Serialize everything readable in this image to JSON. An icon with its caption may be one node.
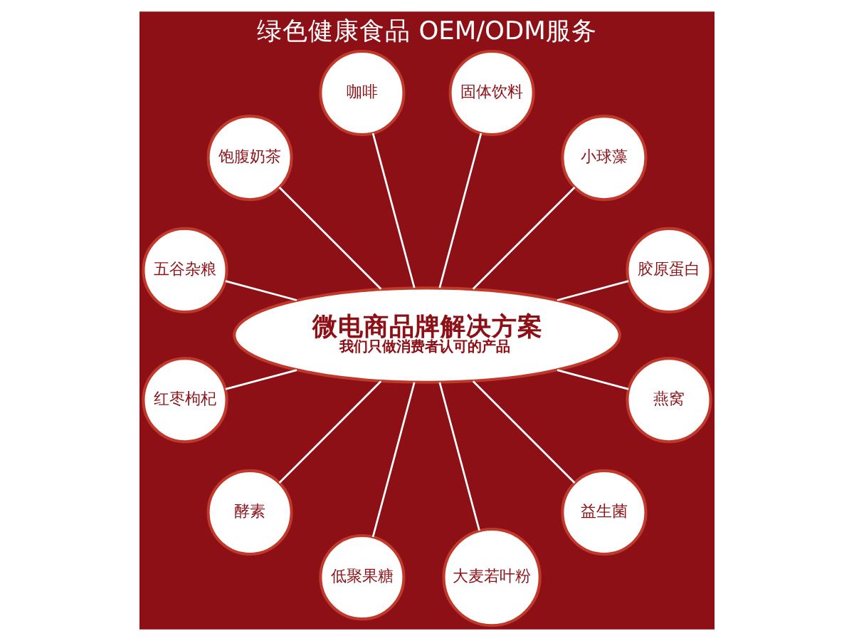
{
  "diagram": {
    "title": "绿色健康食品 OEM/ODM服务",
    "nodes": [
      {
        "text": [
          "微电商品牌解决方案",
          "我们只做消费者认可的产品"
        ]
      },
      {
        "text": [
          "胶原蛋白"
        ]
      },
      {
        "text": [
          "小球藻"
        ]
      },
      {
        "text": [
          "固体饮料"
        ]
      },
      {
        "text": [
          "咖啡"
        ]
      },
      {
        "text": [
          "饱腹奶茶"
        ]
      },
      {
        "text": [
          "五谷杂粮"
        ]
      },
      {
        "text": [
          "红枣枸杞"
        ]
      },
      {
        "text": [
          "酵素"
        ]
      },
      {
        "text": [
          "低聚果糖"
        ]
      },
      {
        "text": [
          "大麦若叶粉"
        ]
      },
      {
        "text": [
          "益生菌"
        ]
      },
      {
        "text": [
          "燕窝"
        ]
      }
    ],
    "edges": [
      {
        "from": 0,
        "to": 1,
        "arrow": "none"
      },
      {
        "from": 0,
        "to": 2,
        "arrow": "none"
      },
      {
        "from": 0,
        "to": 3,
        "arrow": "none"
      },
      {
        "from": 0,
        "to": 4,
        "arrow": "none"
      },
      {
        "from": 0,
        "to": 5,
        "arrow": "none"
      },
      {
        "from": 0,
        "to": 6,
        "arrow": "none"
      },
      {
        "from": 0,
        "to": 7,
        "arrow": "none"
      },
      {
        "from": 0,
        "to": 8,
        "arrow": "none"
      },
      {
        "from": 0,
        "to": 9,
        "arrow": "none"
      },
      {
        "from": 0,
        "to": 10,
        "arrow": "none"
      },
      {
        "from": 0,
        "to": 11,
        "arrow": "none"
      },
      {
        "from": 0,
        "to": 12,
        "arrow": "none"
      }
    ]
  }
}
